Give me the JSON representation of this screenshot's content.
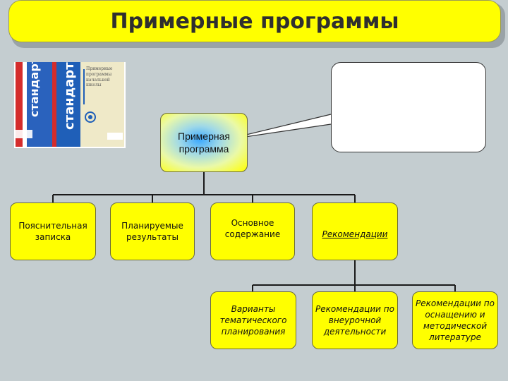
{
  "title": "Примерные программы",
  "cover": {
    "spine_text": "стандарты",
    "front_text": "Примерные программы начальной школы",
    "stripe_colors": [
      "#cf2a2a",
      "#2a4fb0",
      "#ffffff"
    ],
    "main_color": "#1f5fb8",
    "cover_bg": "#efe9c8"
  },
  "main_node": {
    "label": "Примерная программа"
  },
  "level1": [
    {
      "label": "Пояснительная записка"
    },
    {
      "label": "Планируемые результаты"
    },
    {
      "label": "Основное содержание"
    },
    {
      "label": "Рекомендации"
    }
  ],
  "level2": [
    {
      "label": "Варианты тематического планирования"
    },
    {
      "label": "Рекомендации по внеурочной деятельности"
    },
    {
      "label": "Рекомендации по оснащению и методической литературе"
    }
  ],
  "colors": {
    "box_fill": "#ffff00",
    "background": "#c4cdd0",
    "connector": "#1a1a1a"
  }
}
